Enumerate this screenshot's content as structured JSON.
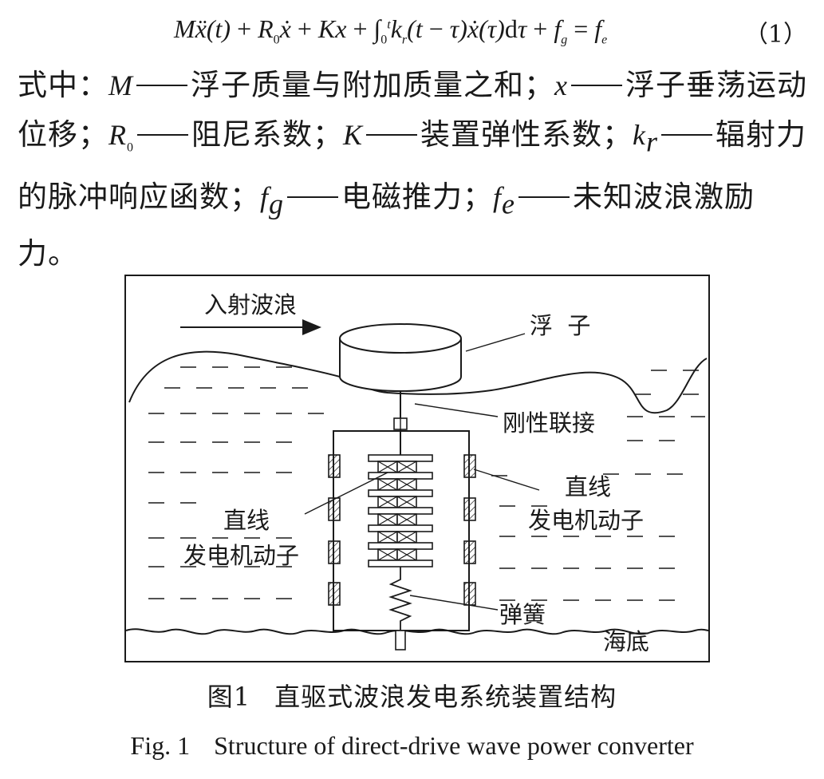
{
  "equation": {
    "formula": "Mẍ(t) + R₀ẋ + Kx + ∫₀ᵗ kᵣ(t − τ)ẋ(τ)dτ + f_g = f_e",
    "number": "（1）"
  },
  "legend_text": {
    "intro": "式中：",
    "items": [
      {
        "sym": "M",
        "sub": "",
        "desc": "浮子质量与附加质量之和；"
      },
      {
        "sym": "x",
        "sub": "",
        "desc": "浮子垂荡运动位移；"
      },
      {
        "sym": "R",
        "sub": "0",
        "desc": "阻尼系数；"
      },
      {
        "sym": "K",
        "sub": "",
        "desc": "装置弹性系数；"
      },
      {
        "sym": "k",
        "sub": "r",
        "desc": "辐射力的脉冲响应函数；"
      },
      {
        "sym": "f",
        "sub": "g",
        "desc": "电磁推力；"
      },
      {
        "sym": "f",
        "sub": "e",
        "desc": "未知波浪激励力。"
      }
    ]
  },
  "figure": {
    "labels": {
      "incident_wave": "入射波浪",
      "float": "浮  子",
      "rigid_link": "刚性联接",
      "mover_line1": "直线",
      "mover_line2": "发电机动子",
      "stator_line1": "直线",
      "stator_line2": "发电机动子",
      "spring": "弹簧",
      "seabed": "海底"
    }
  },
  "caption": {
    "cn_label": "图1",
    "cn_title": "直驱式波浪发电系统装置结构",
    "en_label": "Fig. 1",
    "en_title": "Structure of direct-drive wave power converter"
  }
}
